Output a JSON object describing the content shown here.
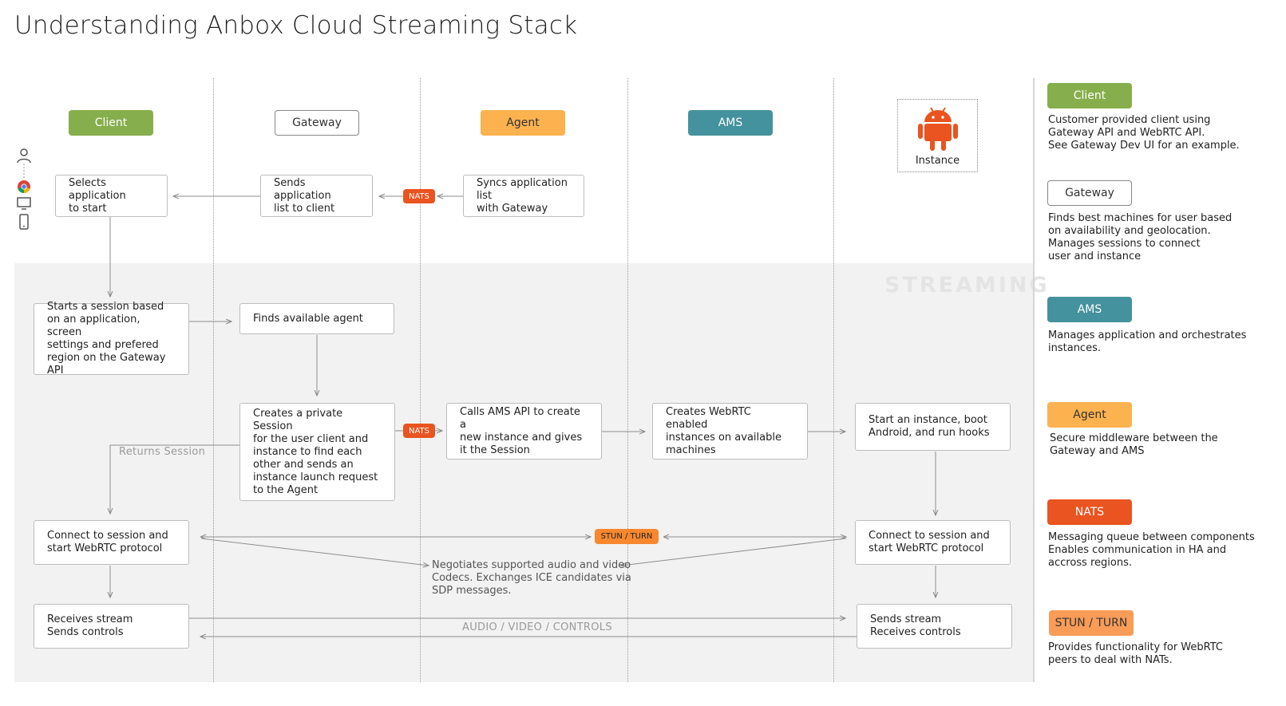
{
  "title": "Understanding Anbox Cloud Streaming Stack",
  "section_label": "STREAMING",
  "columns": {
    "client": "Client",
    "gateway": "Gateway",
    "agent": "Agent",
    "ams": "AMS",
    "instance": "Instance"
  },
  "boxes": {
    "selects_app": "Selects application\nto start",
    "sends_app_list": "Sends application\nlist to client",
    "syncs_app_list": "Syncs application list\nwith Gateway",
    "starts_session": "Starts a session based\non an application, screen\nsettings and prefered\nregion on the Gateway API",
    "finds_agent": "Finds available agent",
    "creates_session": "Creates a private Session\nfor the user client and\ninstance to find each\nother and sends an\ninstance launch request\nto the Agent",
    "calls_ams": "Calls AMS API to create a\nnew instance and gives\nit the Session",
    "creates_webrtc": "Creates WebRTC enabled\ninstances on available\nmachines",
    "start_instance": "Start an instance, boot\nAndroid, and run hooks",
    "connect_client": "Connect to session and\nstart WebRTC protocol",
    "connect_instance": "Connect to session and\nstart WebRTC protocol",
    "receives_stream": "Receives stream\nSends controls",
    "sends_stream": "Sends stream\nReceives controls"
  },
  "tags": {
    "nats_1": "NATS",
    "nats_2": "NATS",
    "stun_turn": "STUN / TURN"
  },
  "annotations": {
    "returns_session": "Returns Session",
    "negotiates": "Negotiates supported audio and video\nCodecs. Exchanges ICE candidates via\nSDP messages.",
    "av_controls": "AUDIO / VIDEO / CONTROLS"
  },
  "legend": [
    {
      "label": "Client",
      "style": "client",
      "desc": "Customer provided client using\nGateway API and WebRTC API.\nSee Gateway Dev UI for an example."
    },
    {
      "label": "Gateway",
      "style": "gateway",
      "desc": "Finds best machines for user based\non availability and geolocation.\nManages sessions to connect\nuser and instance"
    },
    {
      "label": "AMS",
      "style": "ams",
      "desc": "Manages application and orchestrates\ninstances."
    },
    {
      "label": "Agent",
      "style": "agent",
      "desc": "Secure middleware between the\nGateway and AMS"
    },
    {
      "label": "NATS",
      "style": "nats",
      "desc": "Messaging queue between components\nEnables communication in HA and\naccross regions."
    },
    {
      "label": "STUN / TURN",
      "style": "stun",
      "desc": "Provides functionality for WebRTC\npeers to deal with NATs."
    }
  ],
  "colors": {
    "client": "#86ae4c",
    "agent": "#fbb24f",
    "ams": "#44929d",
    "nats": "#e95420",
    "stun_turn": "#f89c58",
    "android": "#e95420"
  },
  "icons": [
    "user-icon",
    "chrome-icon",
    "desktop-icon",
    "phone-icon",
    "android-icon"
  ]
}
